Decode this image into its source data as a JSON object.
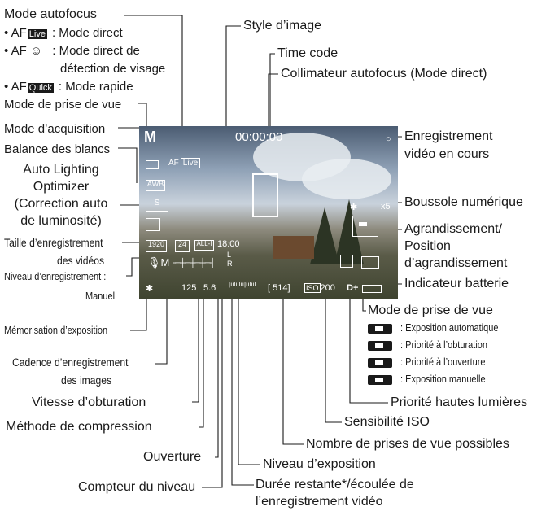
{
  "callouts": {
    "mode_autofocus": "Mode autofocus",
    "af_direct_prefix": "• AF",
    "af_direct_badge": "Live",
    "af_direct": ": Mode direct",
    "af_face_prefix": "• AF ☺",
    "af_face_1": ": Mode direct de",
    "af_face_2": "détection de visage",
    "af_quick_prefix": "• AF",
    "af_quick_badge": "Quick",
    "af_quick": ": Mode rapide",
    "mode_prise_vue_top": "Mode de prise de vue",
    "mode_acquisition": "Mode d’acquisition",
    "balance_blancs": "Balance des blancs",
    "alo_1": "Auto Lighting",
    "alo_2": "Optimizer",
    "alo_3": "(Correction auto",
    "alo_4": "de luminosité)",
    "taille_1": "Taille d’enregistrement",
    "taille_2": "des vidéos",
    "niveau_1": "Niveau d’enregistrement :",
    "niveau_2": "Manuel",
    "memo_expo": "Mémorisation d’exposition",
    "cadence_1": "Cadence d’enregistrement",
    "cadence_2": "des images",
    "vitesse": "Vitesse d’obturation",
    "compression": "Méthode de compression",
    "ouverture": "Ouverture",
    "compteur": "Compteur du niveau",
    "duree_1": "Durée restante*/écoulée de",
    "duree_2": "l’enregistrement vidéo",
    "niveau_expo": "Niveau d’exposition",
    "nb_prises": "Nombre de prises de vue possibles",
    "iso": "Sensibilité ISO",
    "priorite_hl": "Priorité hautes lumières",
    "style": "Style d’image",
    "time_code": "Time code",
    "collimateur": "Collimateur autofocus (Mode direct)",
    "rec_1": "Enregistrement",
    "rec_2": "vidéo en cours",
    "boussole": "Boussole numérique",
    "agr_1": "Agrandissement/",
    "agr_2": "Position",
    "agr_3": "d’agrandissement",
    "batterie": "Indicateur batterie",
    "mode_prise_vue_bottom": "Mode de prise de vue"
  },
  "legend": [
    {
      "label": ": Exposition automatique"
    },
    {
      "label": ": Priorité à l’obturation"
    },
    {
      "label": ": Priorité à l’ouverture"
    },
    {
      "label": ": Exposition manuelle"
    }
  ],
  "screen": {
    "mode": "M",
    "timecode": "00:00:00",
    "af_mode": "AF",
    "af_live": "Live",
    "wb": "AWB",
    "size": "1920",
    "rate": "24",
    "compression": "ALL-I",
    "duration": "18:00",
    "shutter": "125",
    "aperture": "5.6",
    "shots": "[ 514]",
    "iso": "200",
    "hl": "D+",
    "zoom": "x5",
    "star": "✱"
  }
}
